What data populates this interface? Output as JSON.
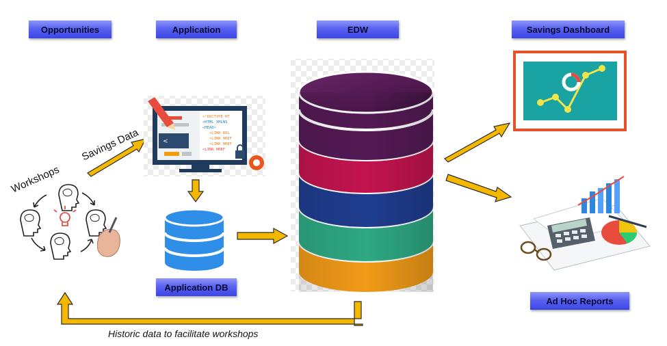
{
  "labels": {
    "opportunities": "Opportunities",
    "application": "Application",
    "edw": "EDW",
    "savings_dashboard": "Savings Dashboard",
    "application_db": "Application DB",
    "ad_hoc_reports": "Ad Hoc Reports"
  },
  "annotations": {
    "workshops": "Workshops",
    "savings_data": "Savings Data",
    "historic": "Historic data to facilitate workshops"
  },
  "code_lines": [
    "<!DOCTYPE HT",
    "<HTML XMLNS",
    "<HEAD>",
    "<LINK REL",
    "<LINK HREF",
    "<LINK HREF",
    "<LINK HREF"
  ],
  "colors": {
    "label_gradient_top": "#8f95f8",
    "label_gradient_bottom": "#3a44e6",
    "arrow_fill": "#f5b800",
    "arrow_stroke": "#2a2a2a",
    "edw_layers": [
      "#541a55",
      "#c3144f",
      "#1f3d8f",
      "#2ea983",
      "#f09a18"
    ],
    "db_blue": "#2f8fe8",
    "dashboard_frame": "#e6502a",
    "dashboard_bg": "#1aa3a3"
  }
}
